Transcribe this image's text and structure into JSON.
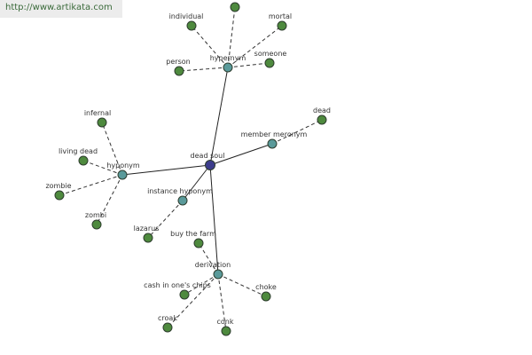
{
  "header": {
    "url": "http://www.artikata.com"
  },
  "colors": {
    "center": "#3c3c8c",
    "relation": "#5a9a9a",
    "leaf": "#4e8a3e"
  },
  "graph": {
    "nodes": [
      {
        "id": "dead_soul",
        "label": "dead soul",
        "kind": "center"
      },
      {
        "id": "hypernym",
        "label": "hypernym",
        "kind": "relation"
      },
      {
        "id": "member_meronym",
        "label": "member meronym",
        "kind": "relation"
      },
      {
        "id": "hyponym",
        "label": "hyponym",
        "kind": "relation"
      },
      {
        "id": "instance_hyponym",
        "label": "instance hyponym",
        "kind": "relation"
      },
      {
        "id": "derivation",
        "label": "derivation",
        "kind": "relation"
      },
      {
        "id": "top_unlabeled",
        "label": "",
        "kind": "leaf"
      },
      {
        "id": "individual",
        "label": "individual",
        "kind": "leaf"
      },
      {
        "id": "mortal",
        "label": "mortal",
        "kind": "leaf"
      },
      {
        "id": "person",
        "label": "person",
        "kind": "leaf"
      },
      {
        "id": "someone",
        "label": "someone",
        "kind": "leaf"
      },
      {
        "id": "dead",
        "label": "dead",
        "kind": "leaf"
      },
      {
        "id": "infernal",
        "label": "infernal",
        "kind": "leaf"
      },
      {
        "id": "living_dead",
        "label": "living dead",
        "kind": "leaf"
      },
      {
        "id": "zombie",
        "label": "zombie",
        "kind": "leaf"
      },
      {
        "id": "zombi",
        "label": "zombi",
        "kind": "leaf"
      },
      {
        "id": "lazarus",
        "label": "lazarus",
        "kind": "leaf"
      },
      {
        "id": "buy_the_farm",
        "label": "buy the farm",
        "kind": "leaf"
      },
      {
        "id": "cash_in",
        "label": "cash in one's chips",
        "kind": "leaf"
      },
      {
        "id": "choke",
        "label": "choke",
        "kind": "leaf"
      },
      {
        "id": "croak",
        "label": "croak",
        "kind": "leaf"
      },
      {
        "id": "conk",
        "label": "conk",
        "kind": "leaf"
      }
    ],
    "edges": [
      {
        "from": "dead_soul",
        "to": "hypernym",
        "style": "solid"
      },
      {
        "from": "dead_soul",
        "to": "member_meronym",
        "style": "solid"
      },
      {
        "from": "dead_soul",
        "to": "hyponym",
        "style": "solid"
      },
      {
        "from": "dead_soul",
        "to": "instance_hyponym",
        "style": "solid"
      },
      {
        "from": "dead_soul",
        "to": "derivation",
        "style": "solid"
      },
      {
        "from": "hypernym",
        "to": "top_unlabeled",
        "style": "dashed"
      },
      {
        "from": "hypernym",
        "to": "individual",
        "style": "dashed"
      },
      {
        "from": "hypernym",
        "to": "mortal",
        "style": "dashed"
      },
      {
        "from": "hypernym",
        "to": "person",
        "style": "dashed"
      },
      {
        "from": "hypernym",
        "to": "someone",
        "style": "dashed"
      },
      {
        "from": "member_meronym",
        "to": "dead",
        "style": "dashed"
      },
      {
        "from": "hyponym",
        "to": "infernal",
        "style": "dashed"
      },
      {
        "from": "hyponym",
        "to": "living_dead",
        "style": "dashed"
      },
      {
        "from": "hyponym",
        "to": "zombie",
        "style": "dashed"
      },
      {
        "from": "hyponym",
        "to": "zombi",
        "style": "dashed"
      },
      {
        "from": "instance_hyponym",
        "to": "lazarus",
        "style": "dashed"
      },
      {
        "from": "derivation",
        "to": "buy_the_farm",
        "style": "dashed"
      },
      {
        "from": "derivation",
        "to": "cash_in",
        "style": "dashed"
      },
      {
        "from": "derivation",
        "to": "choke",
        "style": "dashed"
      },
      {
        "from": "derivation",
        "to": "croak",
        "style": "dashed"
      },
      {
        "from": "derivation",
        "to": "conk",
        "style": "dashed"
      }
    ]
  }
}
